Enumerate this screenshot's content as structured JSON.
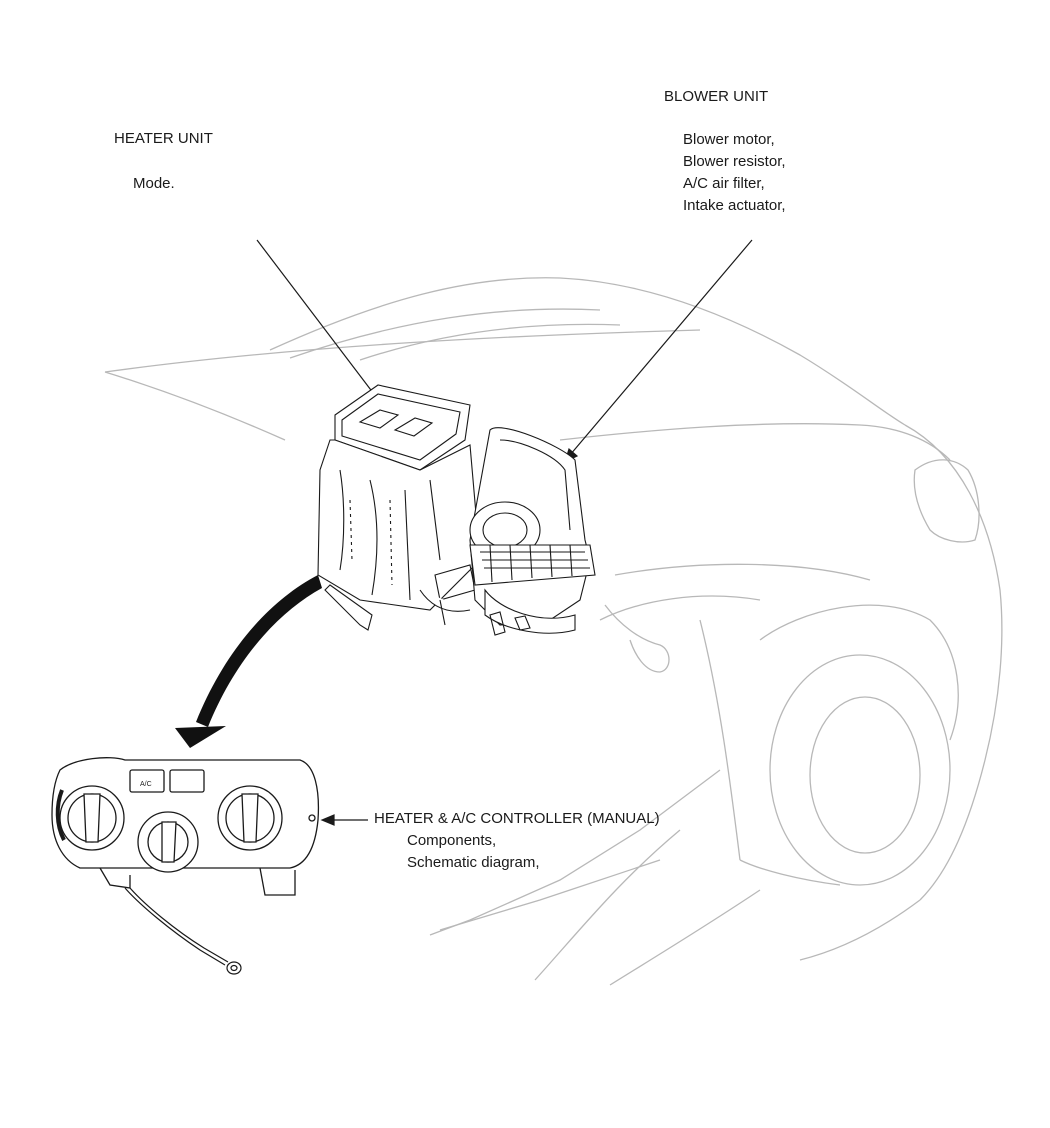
{
  "heater_unit": {
    "title": "HEATER UNIT",
    "items": [
      "Mode."
    ]
  },
  "blower_unit": {
    "title": "BLOWER UNIT",
    "items": [
      "Blower motor,",
      "Blower resistor,",
      "A/C air filter,",
      "Intake actuator,"
    ]
  },
  "controller": {
    "title": "HEATER & A/C CONTROLLER (MANUAL)",
    "items": [
      "Components,",
      "Schematic diagram,"
    ],
    "ac_button_label": "A/C"
  },
  "colors": {
    "line": "#1a1a1a",
    "car_outline": "#b8b8b8",
    "background": "#ffffff"
  }
}
